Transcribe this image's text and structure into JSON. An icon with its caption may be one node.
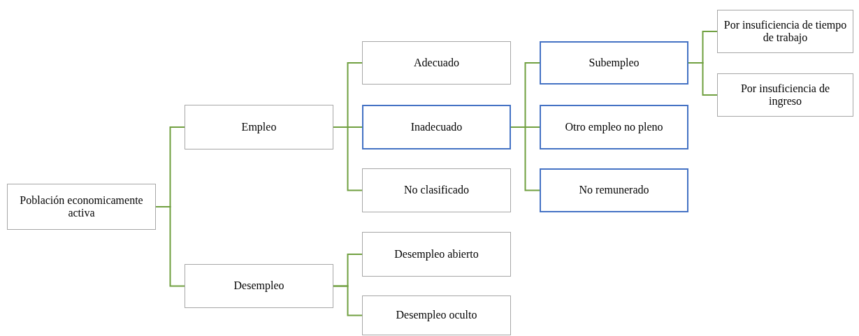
{
  "diagram": {
    "nodes": [
      {
        "text": [
          "Población economicamente activa"
        ]
      },
      {
        "text": [
          "Empleo"
        ]
      },
      {
        "text": [
          "Desempleo"
        ]
      },
      {
        "text": [
          "Adecuado"
        ]
      },
      {
        "text": [
          "Inadecuado"
        ]
      },
      {
        "text": [
          "No clasificado"
        ]
      },
      {
        "text": [
          "Desempleo abierto"
        ]
      },
      {
        "text": [
          "Desempleo oculto"
        ]
      },
      {
        "text": [
          "Subempleo"
        ]
      },
      {
        "text": [
          "Otro empleo no pleno"
        ]
      },
      {
        "text": [
          "No remunerado"
        ]
      },
      {
        "text": [
          "Por insuficiencia de tiempo de trabajo"
        ]
      },
      {
        "text": [
          "Por insuficiencia de ingreso"
        ]
      }
    ],
    "edges": [
      {
        "from": 0,
        "to": 1,
        "arrow": "none"
      },
      {
        "from": 0,
        "to": 2,
        "arrow": "none"
      },
      {
        "from": 1,
        "to": 3,
        "arrow": "none"
      },
      {
        "from": 1,
        "to": 4,
        "arrow": "none"
      },
      {
        "from": 1,
        "to": 5,
        "arrow": "none"
      },
      {
        "from": 2,
        "to": 6,
        "arrow": "none"
      },
      {
        "from": 2,
        "to": 7,
        "arrow": "none"
      },
      {
        "from": 4,
        "to": 8,
        "arrow": "none"
      },
      {
        "from": 4,
        "to": 9,
        "arrow": "none"
      },
      {
        "from": 4,
        "to": 10,
        "arrow": "none"
      },
      {
        "from": 8,
        "to": 11,
        "arrow": "none"
      },
      {
        "from": 8,
        "to": 12,
        "arrow": "none"
      }
    ]
  }
}
